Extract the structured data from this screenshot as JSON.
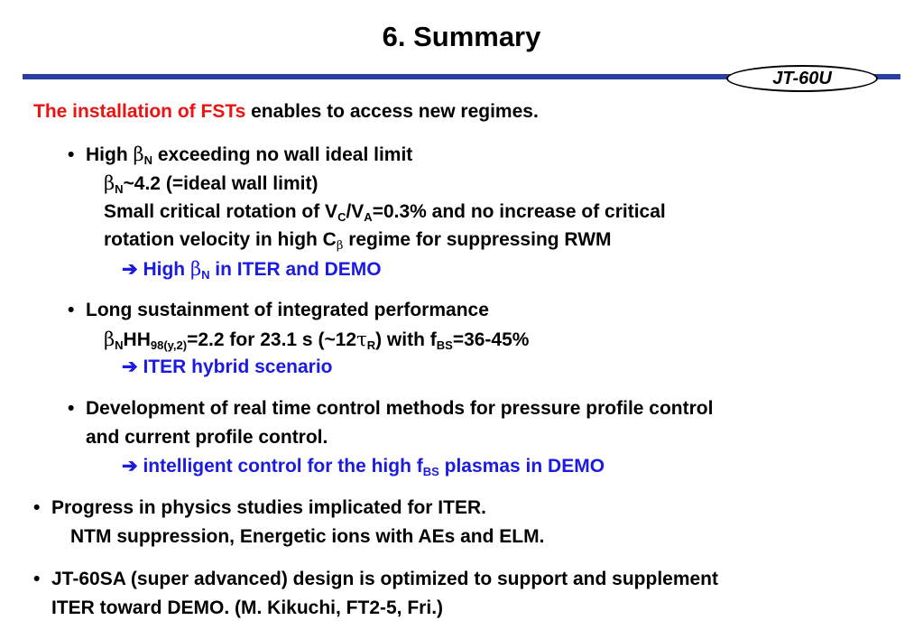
{
  "title": "6. Summary",
  "badge": "JT-60U",
  "colors": {
    "rule": "#2b3f9e",
    "highlight_red": "#ee1111",
    "highlight_blue": "#1a1ae0"
  },
  "intro": {
    "red": "The installation of FSTs",
    "rest": " enables to access new regimes."
  },
  "sym": {
    "beta": "β",
    "tau": "τ",
    "bullet": "•",
    "arrow": "➔"
  },
  "b1": {
    "l1_a": "High ",
    "l1_sub": "N",
    "l1_b": " exceeding no wall ideal limit",
    "l2_sub": "N",
    "l2_b": "~4.2 (=ideal wall limit)",
    "l3_a": "Small critical rotation of V",
    "l3_sub1": "C",
    "l3_mid": "/V",
    "l3_sub2": "A",
    "l3_b": "=0.3% and no increase of critical",
    "l4_a": "rotation velocity in high C",
    "l4_b": " regime for suppressing RWM",
    "l5_a": " High ",
    "l5_sub": "N",
    "l5_b": " in ITER and DEMO"
  },
  "b2": {
    "l1": "Long sustainment of integrated performance",
    "l2_sub1": "N",
    "l2_a": "HH",
    "l2_sub2": "98(y,2)",
    "l2_b": "=2.2 for 23.1 s (~12",
    "l2_sub3": "R",
    "l2_c": ") with f",
    "l2_sub4": "BS",
    "l2_d": "=36-45%",
    "l3": " ITER hybrid scenario"
  },
  "b3": {
    "l1": "Development of real time control methods for pressure profile control",
    "l2": "and current profile control.",
    "l3_a": " intelligent control for the high f",
    "l3_sub": "BS",
    "l3_b": " plasmas in DEMO"
  },
  "b4": {
    "l1": "Progress in physics studies implicated for ITER.",
    "l2": "NTM suppression, Energetic ions with AEs and ELM."
  },
  "b5": {
    "l1": "JT-60SA (super advanced) design is optimized to support and supplement",
    "l2": "ITER toward DEMO. (M. Kikuchi, FT2-5, Fri.)"
  }
}
